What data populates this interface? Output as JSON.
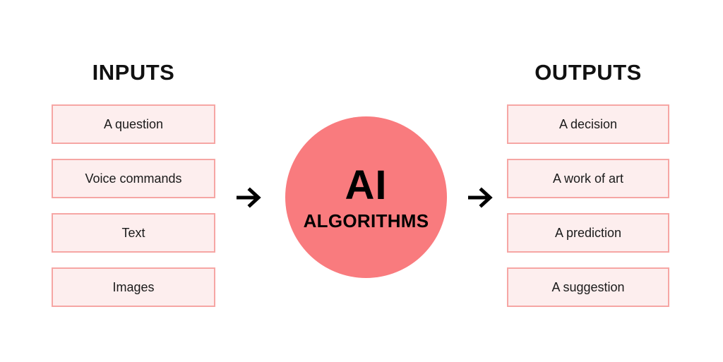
{
  "diagram": {
    "title_left": "INPUTS",
    "title_right": "OUTPUTS",
    "center": {
      "line1": "AI",
      "line2": "ALGORITHMS"
    },
    "inputs": [
      {
        "label": "A question"
      },
      {
        "label": "Voice commands"
      },
      {
        "label": "Text"
      },
      {
        "label": "Images"
      }
    ],
    "outputs": [
      {
        "label": "A decision"
      },
      {
        "label": "A work of art"
      },
      {
        "label": "A prediction"
      },
      {
        "label": "A suggestion"
      }
    ],
    "arrows": [
      {
        "name": "arrow-inputs-to-ai",
        "glyph": "right-arrow-icon"
      },
      {
        "name": "arrow-ai-to-outputs",
        "glyph": "right-arrow-icon"
      }
    ],
    "colors": {
      "background": "#ffffff",
      "box_fill": "#fdeeee",
      "box_border": "#f6a6a4",
      "circle_fill": "#f97b7e",
      "text": "#111111",
      "arrow": "#000000"
    }
  }
}
